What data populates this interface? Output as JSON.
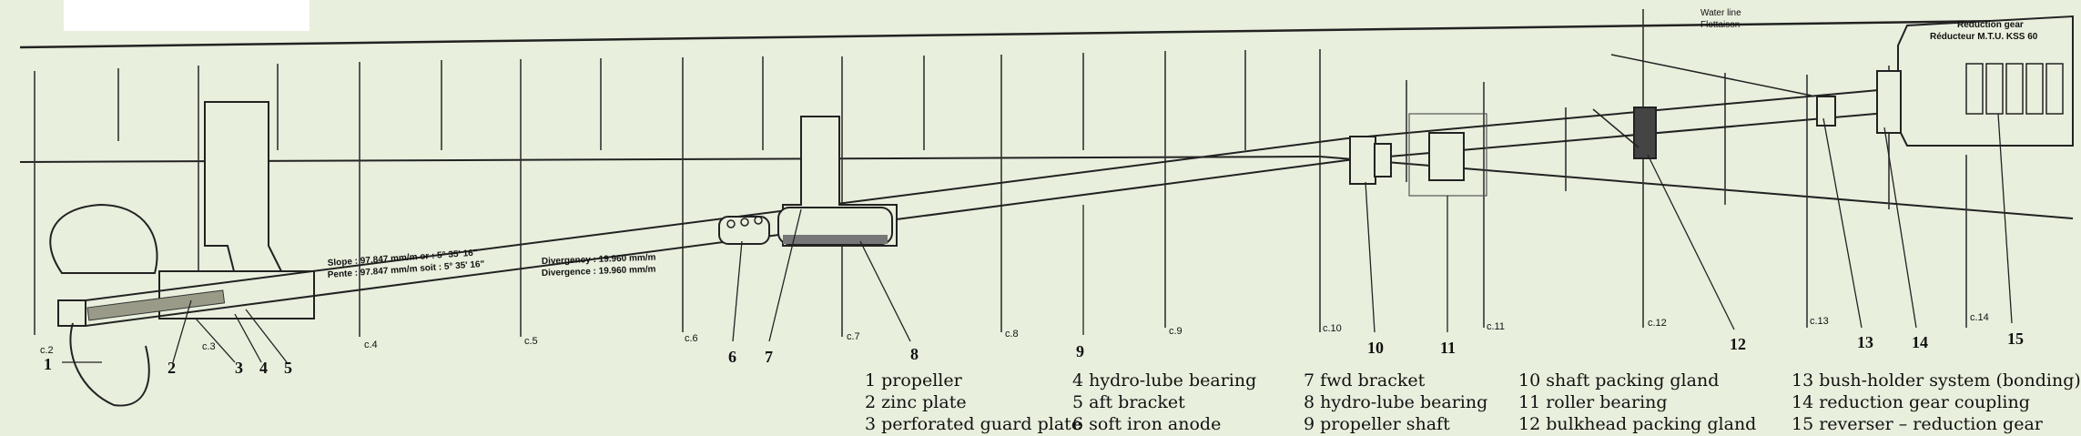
{
  "water_line": {
    "en": "Water line",
    "fr": "Flottaison"
  },
  "reduction_gear": {
    "en": "Reduction gear",
    "fr": "Réducteur M.T.U. KSS 60"
  },
  "slope": {
    "en": "Slope : 97.847 mm/m  or : 5° 35' 16\"",
    "fr": "Pente : 97.847 mm/m  soit : 5° 35' 16\""
  },
  "divergency": {
    "en": "Divergency : 19.960 mm/m",
    "fr": "Divergence : 19.960 mm/m"
  },
  "frame_labels": [
    "c.2",
    "c.3",
    "c.4",
    "c.5",
    "c.6",
    "c.7",
    "c.8",
    "c.9",
    "c.10",
    "c.11",
    "c.12",
    "c.13",
    "c.14"
  ],
  "callout_numbers": [
    "1",
    "2",
    "3",
    "4",
    "5",
    "6",
    "7",
    "8",
    "9",
    "10",
    "11",
    "12",
    "13",
    "14",
    "15"
  ],
  "legend": [
    [
      "1 propeller",
      "2 zinc plate",
      "3 perforated guard plate"
    ],
    [
      "4 hydro-lube bearing",
      "5 aft bracket",
      "6 soft iron anode"
    ],
    [
      "7 fwd bracket",
      "8 hydro-lube bearing",
      "9 propeller shaft"
    ],
    [
      "10 shaft packing gland",
      "11 roller bearing",
      "12 bulkhead packing gland"
    ],
    [
      "13 bush-holder system (bonding)",
      "14 reduction gear coupling",
      "15 reverser – reduction gear"
    ]
  ]
}
